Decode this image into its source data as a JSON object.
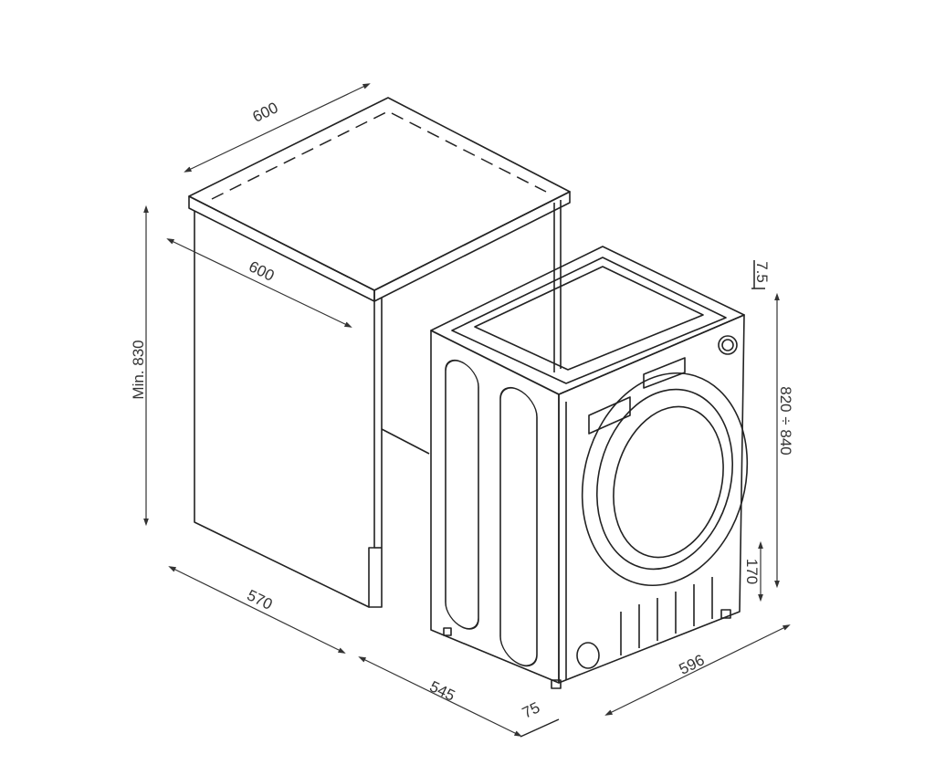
{
  "dimensions": {
    "cabinet_width": "600",
    "cabinet_depth_inner": "600",
    "cabinet_min_height": "Min. 830",
    "cabinet_depth": "570",
    "machine_depth": "545",
    "door_protrusion": "75",
    "machine_width": "596",
    "top_gap": "7.5",
    "machine_height": "820 ÷ 840",
    "plinth_height": "170"
  }
}
